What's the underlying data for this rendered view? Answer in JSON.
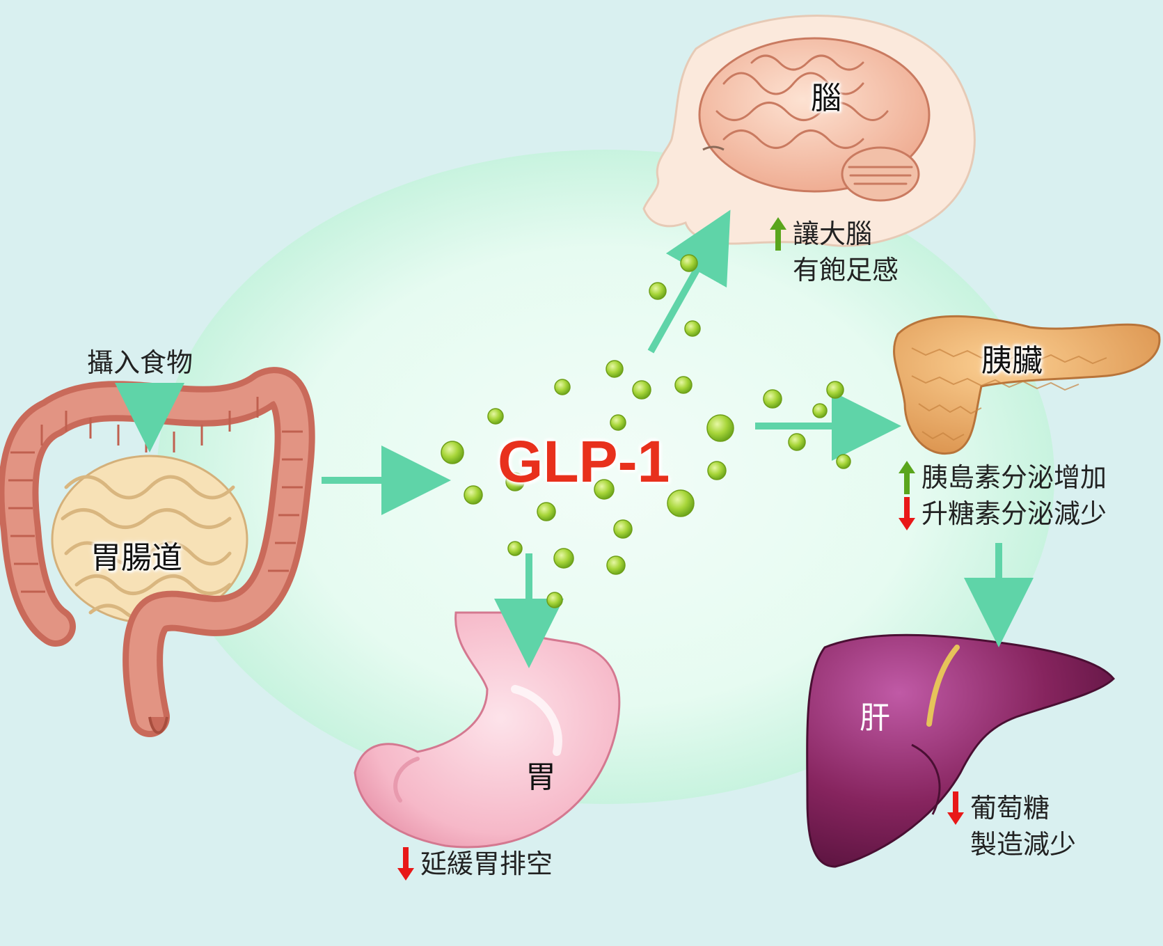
{
  "colors": {
    "background": "#d9f0f0",
    "ellipse": "#c6f3df",
    "flow_arrow": "#5fd4a8",
    "increase_arrow": "#5aa51c",
    "decrease_arrow": "#e81818",
    "glp1_text": "#e8301c",
    "particle": "#9cd12c"
  },
  "hormone": {
    "name": "GLP-1"
  },
  "intestine": {
    "input_label": "攝入食物",
    "name": "胃腸道"
  },
  "brain": {
    "name": "腦",
    "effect_line1": "讓大腦",
    "effect_line2": "有飽足感"
  },
  "pancreas": {
    "name": "胰臟",
    "effect_up": "胰島素分泌增加",
    "effect_down": "升糖素分泌減少"
  },
  "liver": {
    "name": "肝",
    "effect_line1": "葡萄糖",
    "effect_line2": "製造減少"
  },
  "stomach": {
    "name": "胃",
    "effect": "延緩胃排空"
  }
}
